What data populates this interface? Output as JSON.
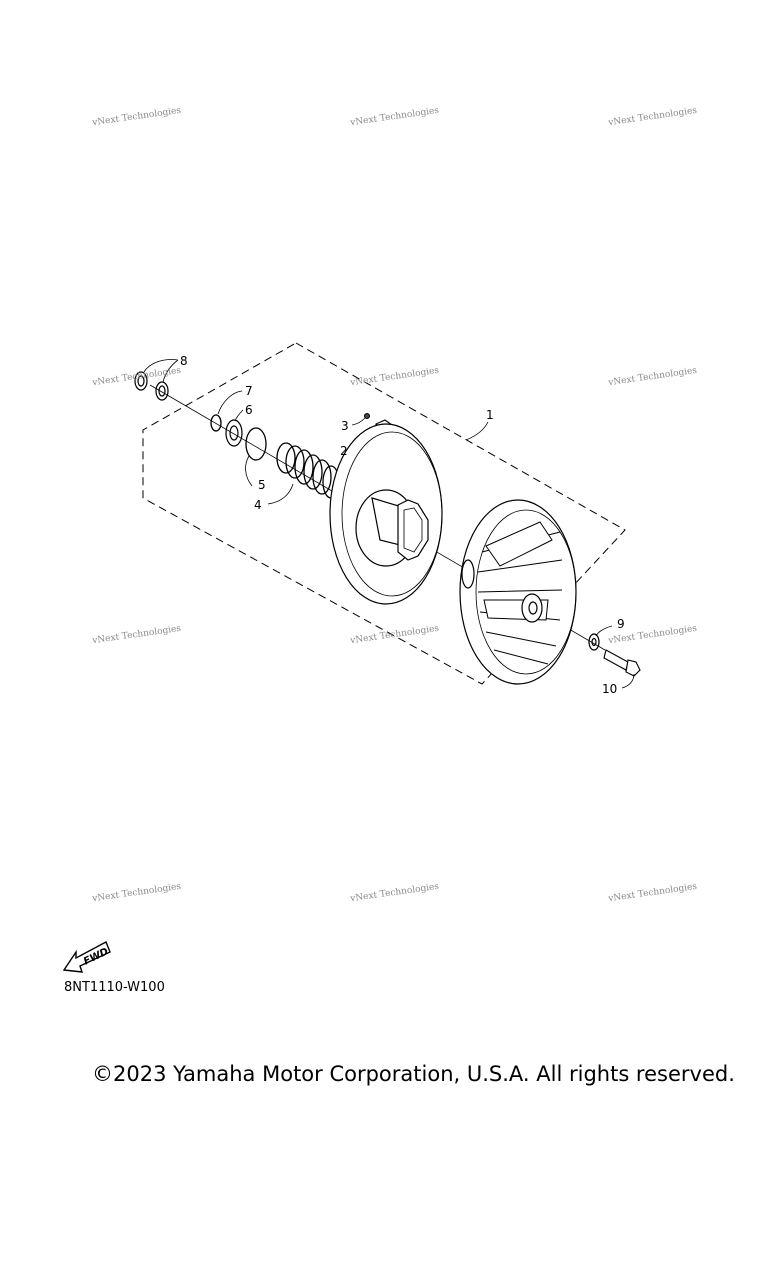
{
  "watermark": {
    "text": "vNext Technologies"
  },
  "parts": {
    "p1": "1",
    "p2": "2",
    "p3": "3",
    "p4": "4",
    "p5": "5",
    "p6": "6",
    "p7": "7",
    "p8": "8",
    "p9": "9",
    "p10": "10"
  },
  "fwd_label": "FWD",
  "diagram_code": "8NT1110-W100",
  "copyright": "©2023 Yamaha Motor Corporation, U.S.A. All rights reserved."
}
